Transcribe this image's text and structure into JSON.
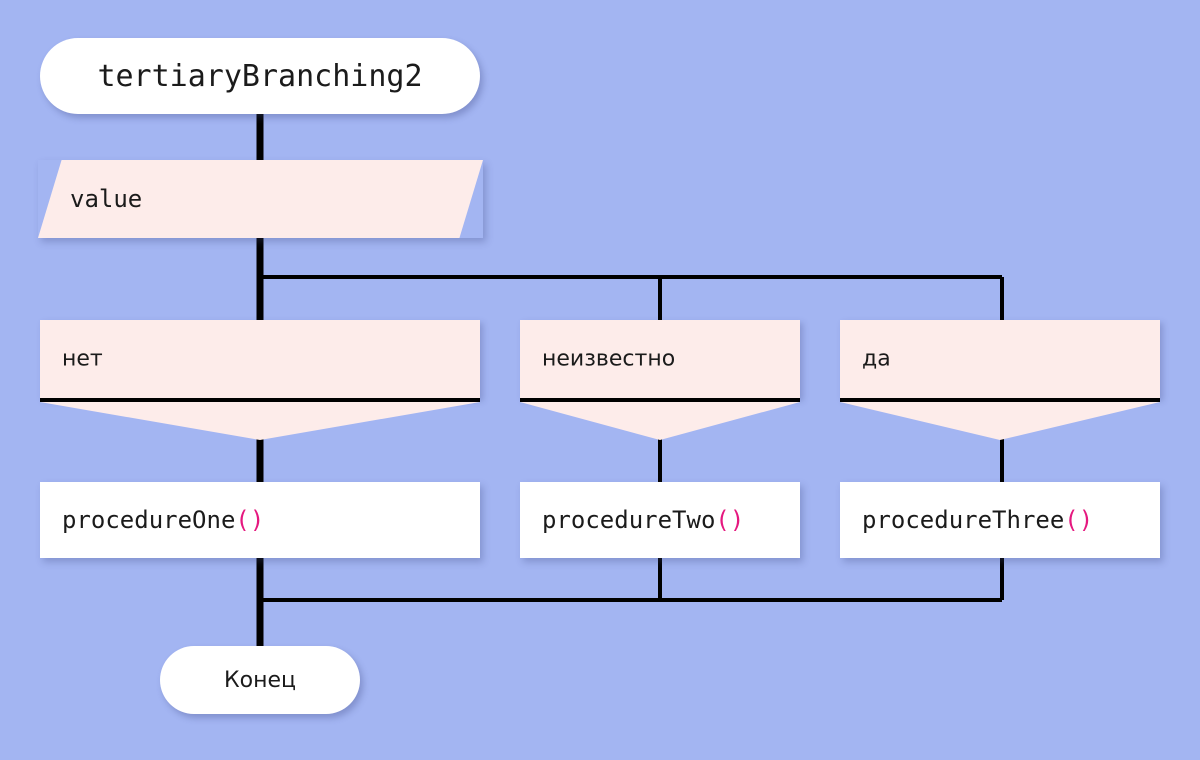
{
  "diagram": {
    "title": "tertiaryBranching2",
    "background_color": "#a3b5f2",
    "shape_fill_pink": "#fdecea",
    "shape_fill_white": "#ffffff",
    "line_color": "#000000",
    "paren_accent_color": "#e5187f"
  },
  "start_node": {
    "label": "tertiaryBranching2",
    "shape": "rounded-terminal"
  },
  "input_node": {
    "label": "value",
    "shape": "parallelogram"
  },
  "branches": [
    {
      "id": "branch-net",
      "label": "нет",
      "shape": "condition-wedge",
      "procedure": {
        "name": "procedureOne",
        "parens": "()",
        "full_label": "procedureOne()"
      }
    },
    {
      "id": "branch-neizvestno",
      "label": "неизвестно",
      "shape": "condition-wedge",
      "procedure": {
        "name": "procedureTwo",
        "parens": "()",
        "full_label": "procedureTwo()"
      }
    },
    {
      "id": "branch-da",
      "label": "да",
      "shape": "condition-wedge",
      "procedure": {
        "name": "procedureThree",
        "parens": "()",
        "full_label": "procedureThree()"
      }
    }
  ],
  "end_node": {
    "label": "Конец",
    "shape": "rounded-terminal"
  }
}
